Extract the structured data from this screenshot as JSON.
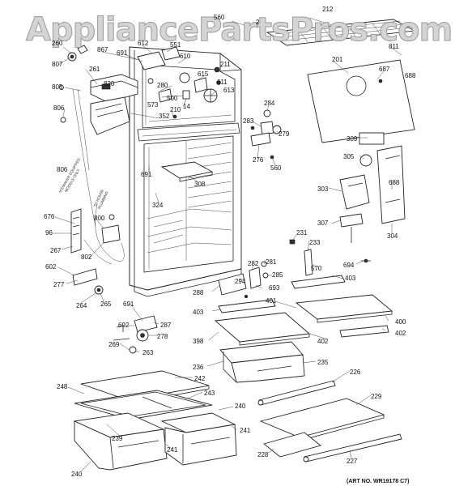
{
  "watermark": "AppliancePartsPros.com",
  "art_number": "(ART NO. WR19178 C7)",
  "notes": {
    "icemaker_line1": "ICEMAKER EQUIPPED",
    "icemaker_line2": "MODELS ONLY",
    "house_line1": "TO HOUSE",
    "house_line2": "PLUMBING"
  },
  "part_numbers": [
    "212",
    "560",
    "2",
    "811",
    "201",
    "687",
    "688",
    "260",
    "867",
    "612",
    "691",
    "551",
    "610",
    "807",
    "261",
    "211",
    "820",
    "615",
    "805",
    "280",
    "611",
    "500",
    "613",
    "573",
    "210",
    "14",
    "284",
    "806",
    "352",
    "283",
    "279",
    "276",
    "560",
    "691",
    "308",
    "305",
    "309",
    "688",
    "303",
    "324",
    "676",
    "96",
    "800",
    "267",
    "307",
    "304",
    "231",
    "233",
    "570",
    "694",
    "602",
    "277",
    "802",
    "282",
    "281",
    "285",
    "294",
    "693",
    "403",
    "264",
    "265",
    "691",
    "288",
    "287",
    "403",
    "401",
    "692",
    "400",
    "278",
    "398",
    "402",
    "269",
    "263",
    "402",
    "236",
    "235",
    "226",
    "242",
    "248",
    "243",
    "240",
    "239",
    "241",
    "241",
    "240",
    "229",
    "228",
    "227"
  ]
}
